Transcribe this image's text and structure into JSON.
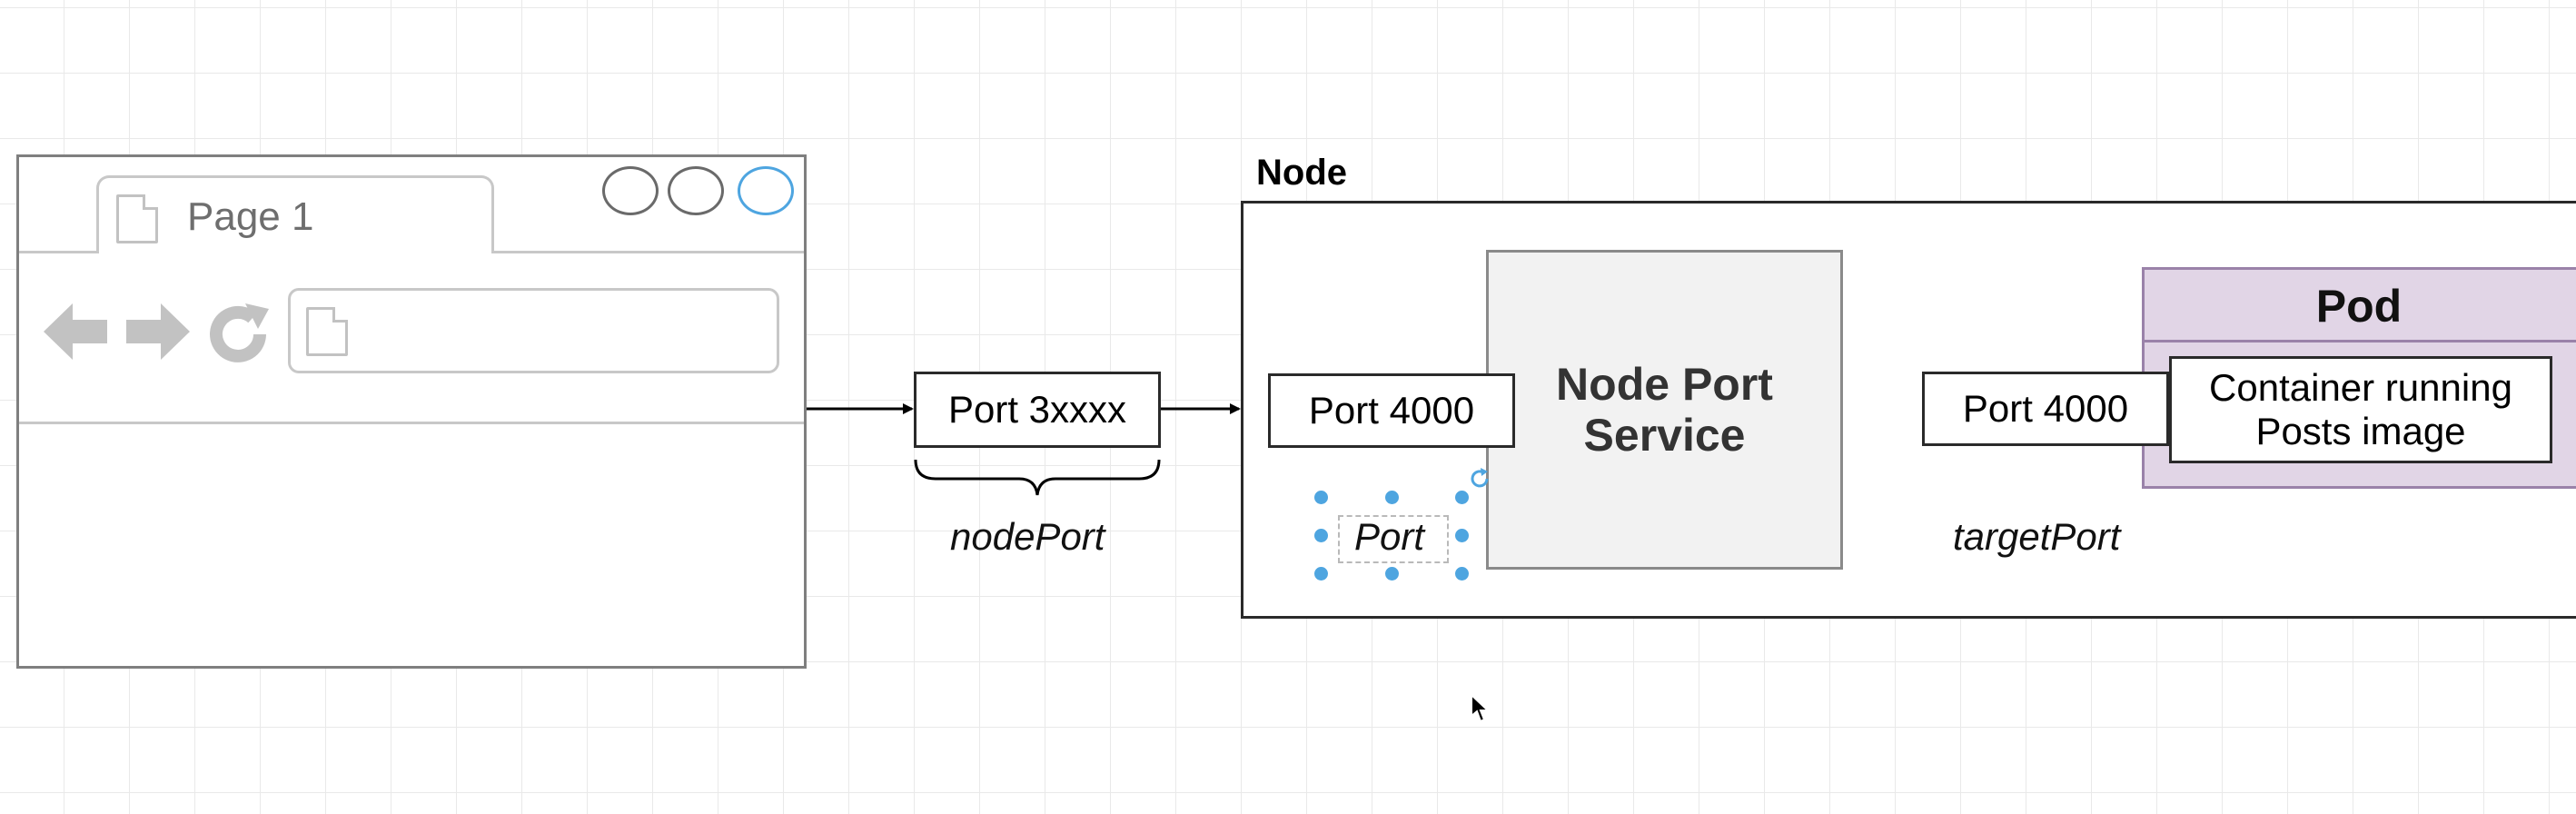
{
  "browser": {
    "tab_label": "Page 1"
  },
  "node": {
    "title": "Node",
    "service_label": "Node Port Service",
    "pod": {
      "title": "Pod",
      "container_label": "Container running Posts image"
    }
  },
  "ports": {
    "node_port_label": "Port 3xxxx",
    "service_port_label": "Port 4000",
    "target_port_label": "Port 4000"
  },
  "annotations": {
    "node_port": "nodePort",
    "port": "Port",
    "target_port": "targetPort"
  },
  "colors": {
    "selection_handle": "#4ea5e0",
    "pod_fill": "#e1d5e6",
    "pod_border": "#9a82a9",
    "service_fill": "#f2f2f2"
  },
  "icons": [
    "doc-icon",
    "back-arrow-icon",
    "forward-arrow-icon",
    "reload-icon",
    "window-button-icon",
    "mouse-cursor-icon",
    "rotate-handle-icon"
  ]
}
